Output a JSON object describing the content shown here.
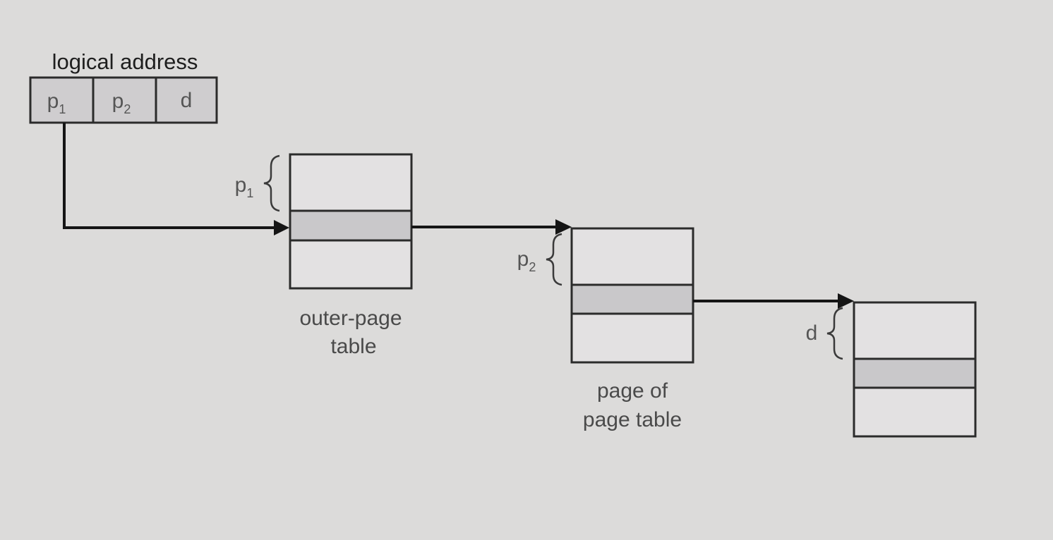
{
  "logical_address": {
    "title": "logical address",
    "fields": [
      {
        "base": "p",
        "sub": "1"
      },
      {
        "base": "p",
        "sub": "2"
      },
      {
        "base": "d",
        "sub": ""
      }
    ]
  },
  "tables": [
    {
      "brace_base": "p",
      "brace_sub": "1",
      "caption_lines": [
        "outer-page",
        "table"
      ]
    },
    {
      "brace_base": "p",
      "brace_sub": "2",
      "caption_lines": [
        "page of",
        "page table"
      ]
    },
    {
      "brace_base": "d",
      "brace_sub": "",
      "caption_lines": []
    }
  ],
  "colors": {
    "background": "#dcdbda",
    "highlight_row": "#c9c8ca",
    "box_fill": "#e3e1e2",
    "arrow": "#151515"
  }
}
